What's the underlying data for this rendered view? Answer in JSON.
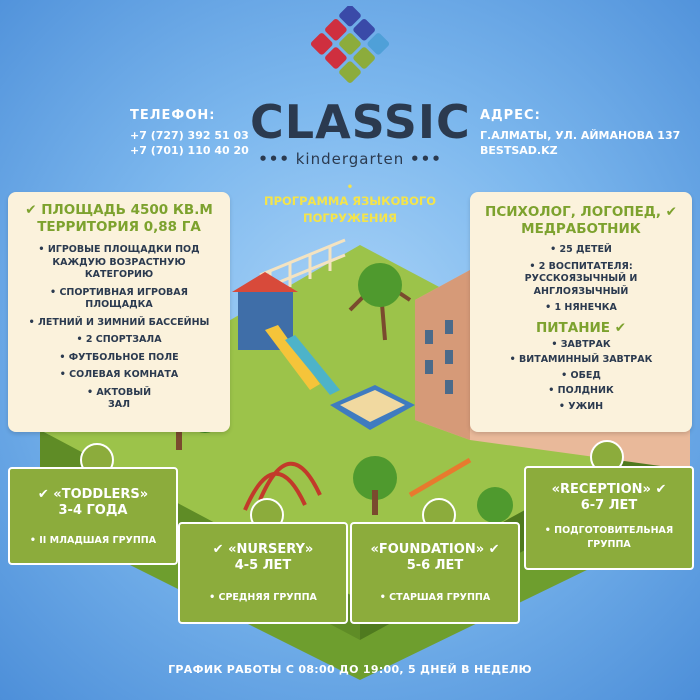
{
  "brand": {
    "name": "CLASSIC",
    "subtitle": "kindergarten",
    "dots": "•••"
  },
  "contact": {
    "phone_heading": "ТЕЛЕФОН:",
    "phones": [
      "+7 (727) 392 51 03",
      "+7 (701) 110 40 20"
    ],
    "address_heading": "АДРЕС:",
    "address": "Г.АЛМАТЫ, УЛ. АЙМАНОВА 137",
    "site": "BESTSAD.KZ"
  },
  "program": {
    "line1": "ПРОГРАММА ЯЗЫКОВОГО",
    "line2": "ПОГРУЖЕНИЯ"
  },
  "territory": {
    "title1": "ПЛОЩАДЬ 4500 КВ.М",
    "title2": "ТЕРРИТОРИЯ 0,88 ГА",
    "items": [
      "ИГРОВЫЕ ПЛОЩАДКИ ПОД КАЖДУЮ ВОЗРАСТНУЮ КАТЕГОРИЮ",
      "СПОРТИВНАЯ ИГРОВАЯ ПЛОЩАДКА",
      "ЛЕТНИЙ И ЗИМНИЙ БАССЕЙНЫ",
      "2 СПОРТЗАЛА",
      "ФУТБОЛЬНОЕ ПОЛЕ",
      "СОЛЕВАЯ КОМНАТА",
      "АКТОВЫЙ ЗАЛ"
    ]
  },
  "staff": {
    "title1": "ПСИХОЛОГ, ЛОГОПЕД,",
    "title2": "МЕДРАБОТНИК",
    "items": [
      "25 ДЕТЕЙ",
      "2 ВОСПИТАТЕЛЯ: РУССКОЯЗЫЧНЫЙ И АНГЛОЯЗЫЧНЫЙ",
      "1 НЯНЕЧКА"
    ],
    "food_title": "ПИТАНИЕ",
    "food_items": [
      "ЗАВТРАК",
      "ВИТАМИННЫЙ ЗАВТРАК",
      "ОБЕД",
      "ПОЛДНИК",
      "УЖИН"
    ]
  },
  "groups": [
    {
      "name": "«TODDLERS»",
      "age": "3-4 ГОДА",
      "sub": "II МЛАДШАЯ ГРУППА"
    },
    {
      "name": "«NURSERY»",
      "age": "4-5 ЛЕТ",
      "sub": "СРЕДНЯЯ ГРУППА"
    },
    {
      "name": "«FOUNDATION»",
      "age": "5-6 ЛЕТ",
      "sub": "СТАРШАЯ ГРУППА"
    },
    {
      "name": "«RECEPTION»",
      "age": "6-7 ЛЕТ",
      "sub": "ПОДГОТОВИТЕЛЬНАЯ ГРУППА"
    }
  ],
  "footer": "ГРАФИК РАБОТЫ С 08:00 ДО 19:00, 5 ДНЕЙ В НЕДЕЛЮ",
  "colors": {
    "accent_green": "#8cac3c",
    "title_green": "#7da22e",
    "card_bg": "#fbf2dc",
    "sky": "#7db8ee",
    "highlight_yellow": "#f4e44a"
  }
}
